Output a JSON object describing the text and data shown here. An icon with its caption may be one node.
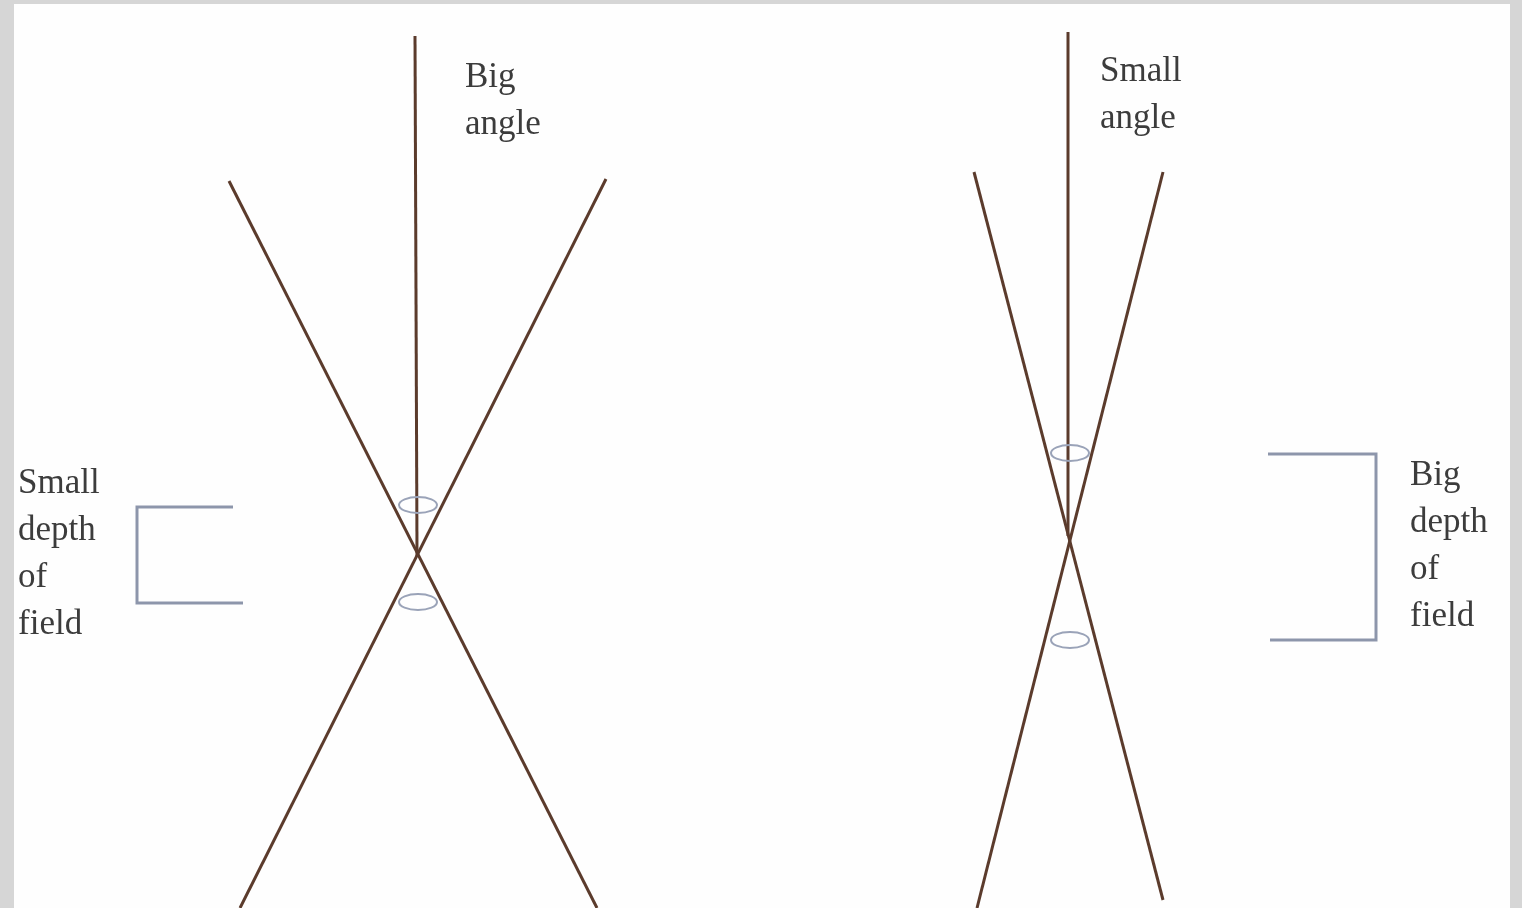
{
  "diagram": {
    "labels": [
      "Big angle",
      "Small angle",
      "Small depth of field",
      "Big depth of field"
    ]
  }
}
